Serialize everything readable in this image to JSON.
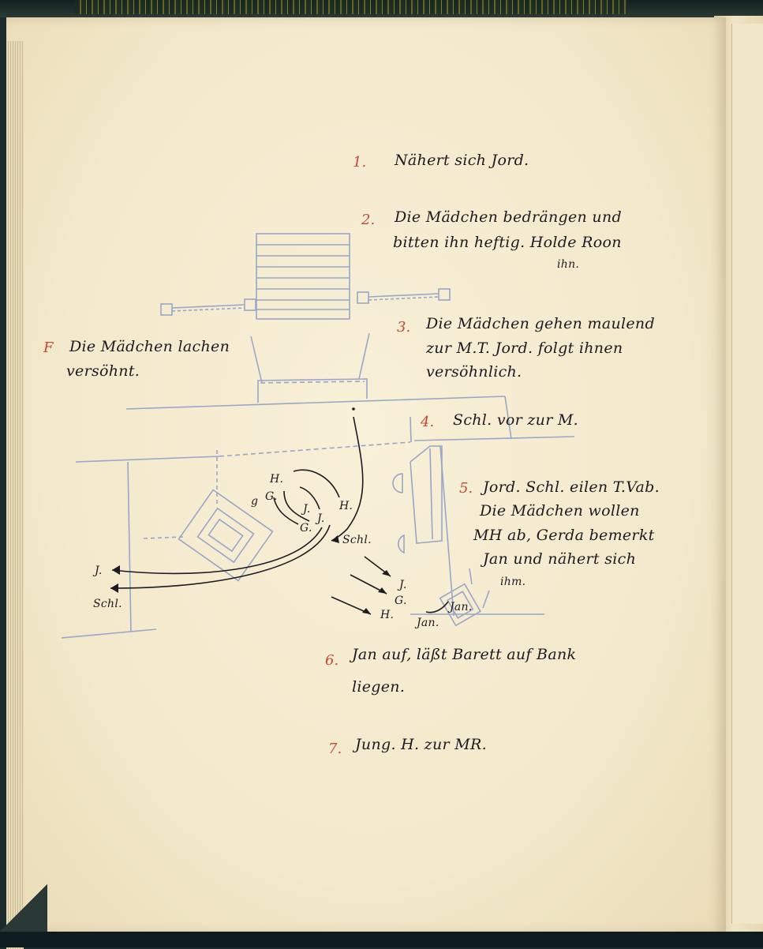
{
  "items": [
    {
      "num": "1.",
      "lines": [
        "Nähert sich Jord."
      ]
    },
    {
      "num": "2.",
      "lines": [
        "Die Mädchen bedrängen und",
        "bitten ihn heftig.  Holde Roon",
        "ihn."
      ]
    },
    {
      "num": "3.",
      "lines": [
        "Die Mädchen gehen maulend",
        "zur M.T.   Jord. folgt ihnen",
        "versöhnlich."
      ]
    },
    {
      "num": "4.",
      "lines": [
        "Schl. vor zur M."
      ]
    },
    {
      "num": "5.",
      "lines": [
        "Jord. Schl. eilen T.Vab.",
        "Die Mädchen wollen",
        "MH ab, Gerda bemerkt",
        "Jan und nähert sich",
        "ihm."
      ]
    },
    {
      "num": "6.",
      "lines": [
        "Jan auf, läßt Barett auf Bank",
        "liegen."
      ]
    },
    {
      "num": "7.",
      "lines": [
        "Jung. H. zur MR."
      ]
    }
  ],
  "side_note": {
    "letter": "F",
    "lines": [
      "Die Mädchen lachen",
      "versöhnt."
    ]
  },
  "sketch_labels": {
    "h1": "H.",
    "g1": "g",
    "s1": "G.",
    "j1": "J.",
    "j2": "J.",
    "g2": "G.",
    "h2": "H.",
    "schl1": "Schl.",
    "j_left": "J.",
    "schl_left": "Schl.",
    "j3": "J.",
    "g3": "G.",
    "h3": "H.",
    "jan1": "Jan.",
    "jan2": "Jan."
  }
}
